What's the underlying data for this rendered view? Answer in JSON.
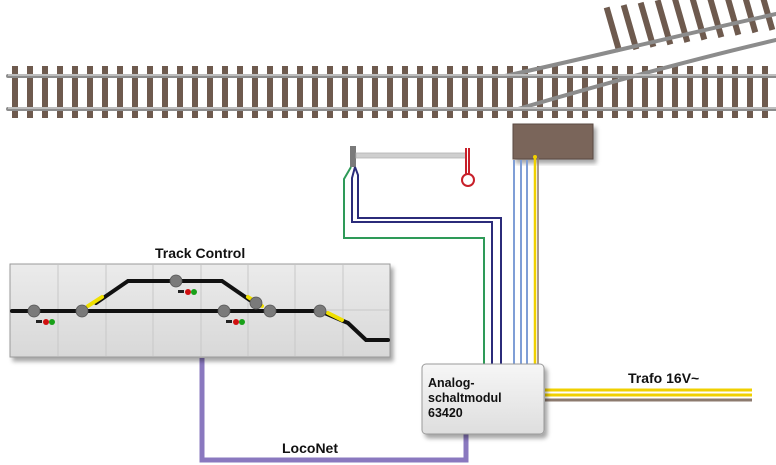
{
  "labels": {
    "track_control": "Track Control",
    "locone": "LocoNet",
    "trafo": "Trafo 16V~",
    "module_lines": [
      "Analog-",
      "schaltmodul",
      "63420"
    ]
  },
  "colors": {
    "rail": "#8c8c8c",
    "tie": "#6e5a4e",
    "motor_box": "#7a655a",
    "loconet_wire": "#8a78bf",
    "signal_wire_green": "#2e9a58",
    "signal_wire_navy": "#2b2b7a",
    "motor_wire_blue": "#7f9ed6",
    "trafo_yellow": "#f0d000",
    "trafo_brown": "#8c7a6e"
  }
}
